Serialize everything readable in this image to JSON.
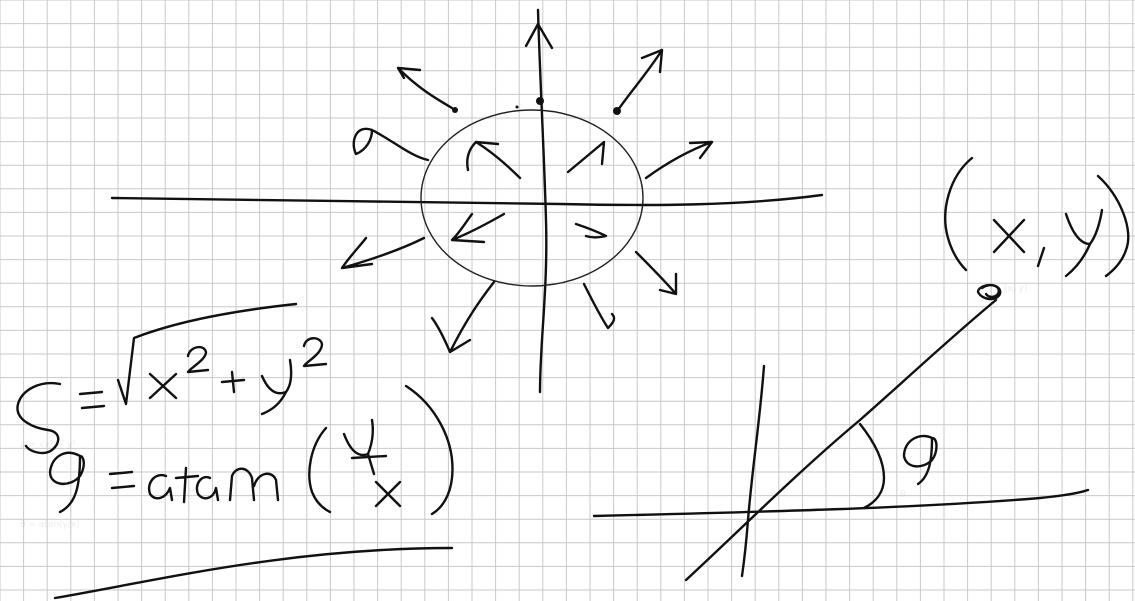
{
  "colors": {
    "paper": "#ffffff",
    "grid": "#c9c9c9",
    "ink": "#111111"
  },
  "annotations": {
    "point_label": "(x, y)",
    "rho_formula": "ρ = √x² + y²",
    "theta_formula": "θ = atan(y/x)",
    "angle_symbol": "θ"
  },
  "diagram": {
    "left": {
      "description_marks": [
        "horizontal-axis",
        "vertical-axis",
        "circle",
        "outward-arrows",
        "inward-arrows"
      ]
    },
    "right": {
      "description_marks": [
        "horizontal-axis",
        "vertical-axis",
        "ray-to-point",
        "angle-arc",
        "point"
      ]
    }
  }
}
